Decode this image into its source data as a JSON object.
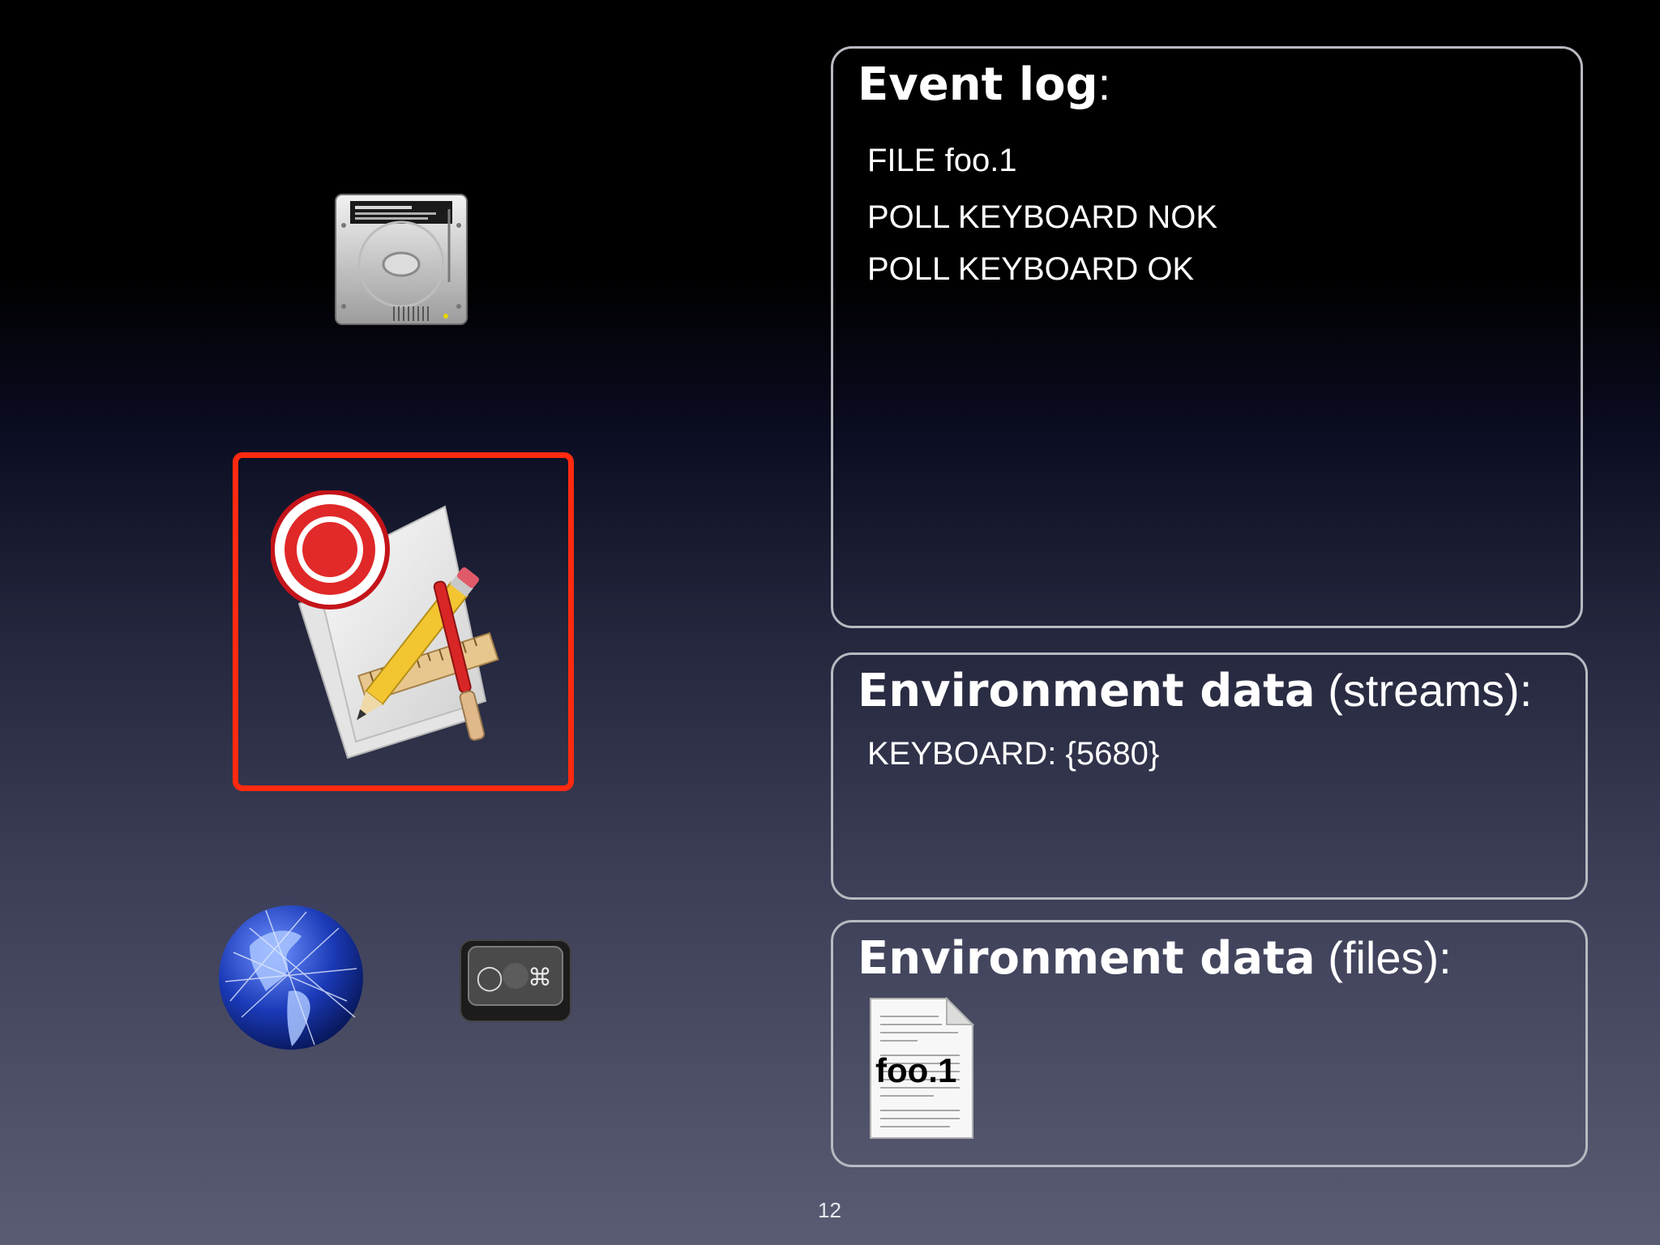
{
  "event_log": {
    "title_bold": "Event log",
    "title_suffix": ":",
    "entries": [
      "FILE foo.1",
      "POLL KEYBOARD NOK",
      "POLL KEYBOARD OK"
    ]
  },
  "streams": {
    "title_bold": "Environment data",
    "title_suffix": " (streams):",
    "entries": [
      "KEYBOARD: {5680}"
    ]
  },
  "files": {
    "title_bold": "Environment data",
    "title_suffix": " (files):",
    "items": [
      {
        "name": "foo.1",
        "icon": "text-document-icon"
      }
    ]
  },
  "icons": {
    "hard_drive": "hard-drive-icon",
    "app": "app-icon-with-record-badge",
    "globe": "globe-icon",
    "keyboard": "command-key-icon",
    "highlight_color": "#ff2a10"
  },
  "page_number": "12"
}
